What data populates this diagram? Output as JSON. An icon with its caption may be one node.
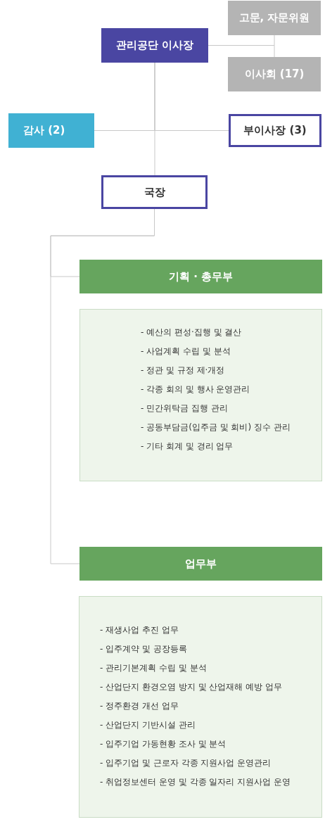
{
  "diagram": {
    "nodes": [
      {
        "text": [
          "고문, 자문위원"
        ]
      },
      {
        "text": [
          "관리공단 이사장"
        ]
      },
      {
        "text": [
          "이사회 (17)"
        ]
      },
      {
        "text": [
          "감사 (2)"
        ]
      },
      {
        "text": [
          "부이사장 (3)"
        ]
      },
      {
        "text": [
          "국장"
        ]
      },
      {
        "text": [
          "기획 · 총무부"
        ]
      },
      {
        "text": [
          "- 예산의 편성·집행 및 결산",
          "- 사업계획 수립 및 분석",
          "- 정관 및 규정 제·개정",
          "- 각종 회의 및 행사 운영관리",
          "- 민간위탁금 집행 관리",
          "- 공동부담금(입주금 및 회비) 징수 관리",
          "- 기타 회계 및 경리 업무"
        ]
      },
      {
        "text": [
          "업무부"
        ]
      },
      {
        "text": [
          "- 재생사업 추진 업무",
          "- 입주계약 및 공장등록",
          "- 관리기본계획 수립 및 분석",
          "- 산업단지 환경오염 방지 및 산업재해 예방 업무",
          "- 정주환경 개선 업무",
          "- 산업단지 기반시설 관리",
          "- 입주기업 가동현황 조사 및 분석",
          "- 입주기업 및 근로자 각종 지원사업 운영관리",
          "- 취업정보센터 운영 및 각종 일자리 지원사업 운영"
        ]
      }
    ],
    "edges": [
      {
        "from": 1,
        "to": 0,
        "arrow": "none"
      },
      {
        "from": 1,
        "to": 2,
        "arrow": "none"
      },
      {
        "from": 1,
        "to": 3,
        "arrow": "none"
      },
      {
        "from": 1,
        "to": 4,
        "arrow": "none"
      },
      {
        "from": 1,
        "to": 5,
        "arrow": "none"
      },
      {
        "from": 5,
        "to": 6,
        "arrow": "none"
      },
      {
        "from": 5,
        "to": 8,
        "arrow": "none"
      }
    ]
  }
}
